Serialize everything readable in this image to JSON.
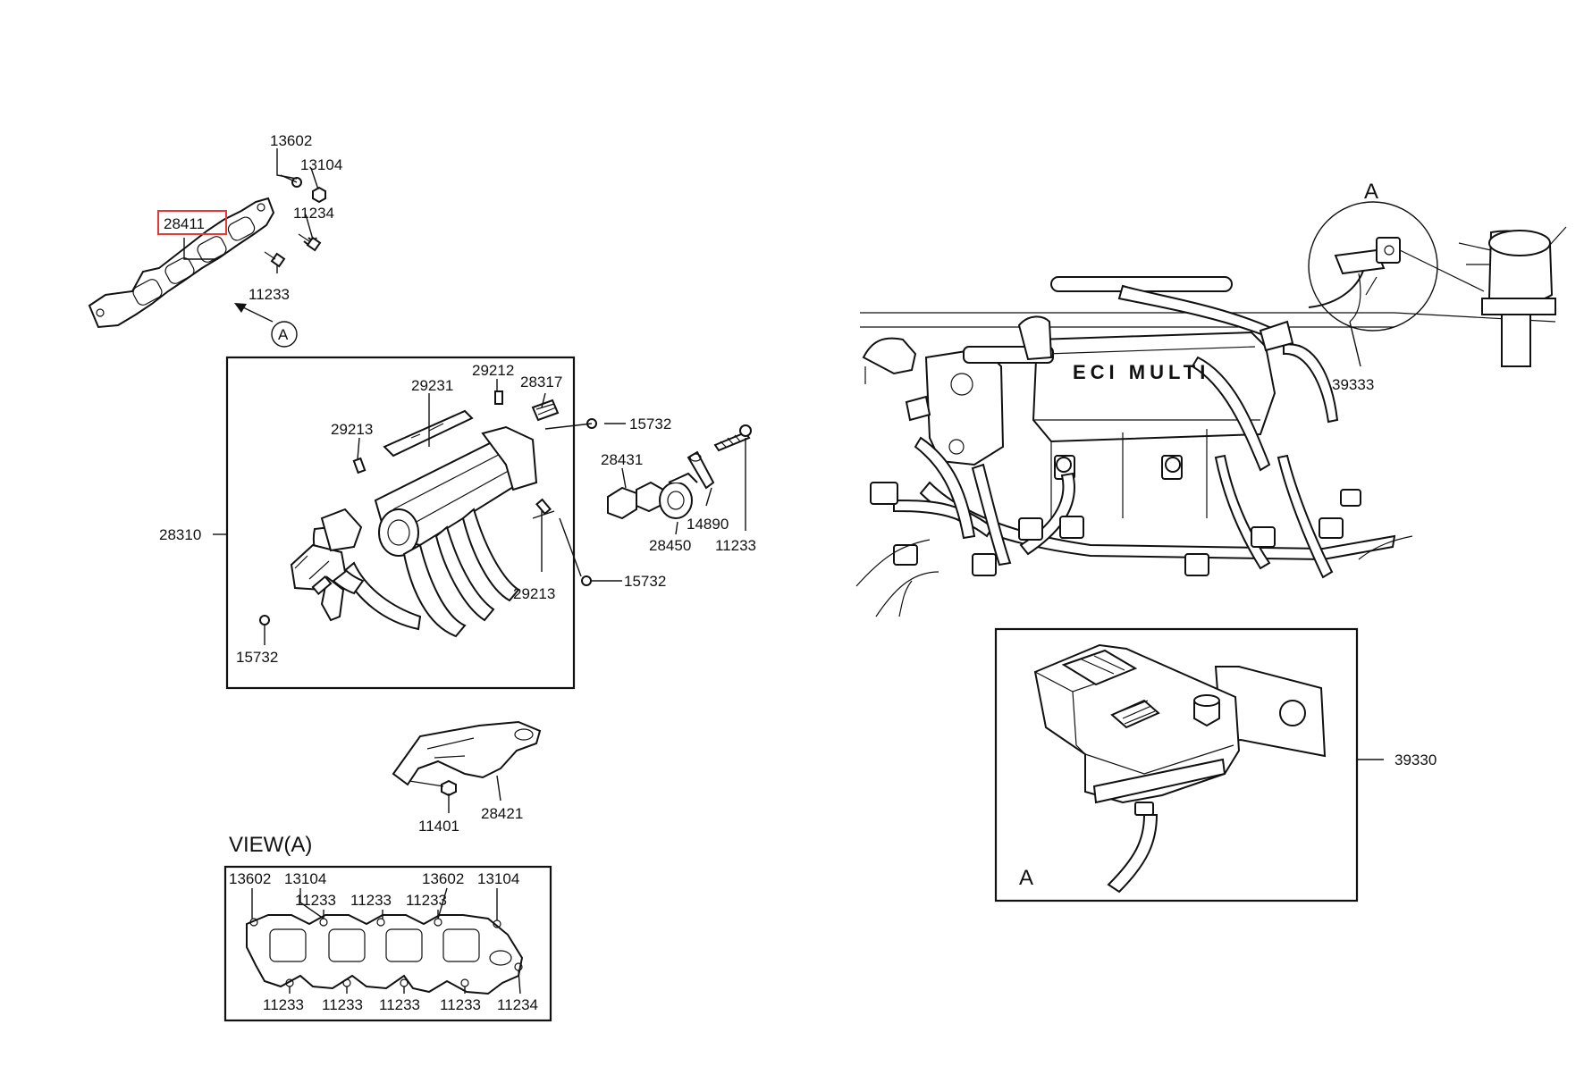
{
  "labels": {
    "p13602_top": "13602",
    "p13104_top": "13104",
    "p11234_top": "11234",
    "p28411": "28411",
    "p11233_top": "11233",
    "callout_a_top": "A",
    "p29231": "29231",
    "p29212": "29212",
    "p28317": "28317",
    "p29213_a": "29213",
    "p15732_a": "15732",
    "p28431": "28431",
    "p14890": "14890",
    "p28310": "28310",
    "p28450": "28450",
    "p11233_b": "11233",
    "p15732_b": "15732",
    "p29213_b": "29213",
    "p15732_c": "15732",
    "p11401": "11401",
    "p28421": "28421",
    "view_a_title": "VIEW(A)",
    "v_13602_l": "13602",
    "v_13104_l": "13104",
    "v_13602_r": "13602",
    "v_13104_r": "13104",
    "v_11233_t1": "11233",
    "v_11233_t2": "11233",
    "v_11233_t3": "11233",
    "v_11233_b1": "11233",
    "v_11233_b2": "11233",
    "v_11233_b3": "11233",
    "v_11233_b4": "11233",
    "v_11234_b": "11234",
    "engine_a": "A",
    "engine_cover_text": "ECI MULTI",
    "p39333": "39333",
    "p39330": "39330",
    "detail_a": "A"
  },
  "colors": {
    "line": "#111111",
    "highlight": "#e53935",
    "background": "#ffffff"
  }
}
